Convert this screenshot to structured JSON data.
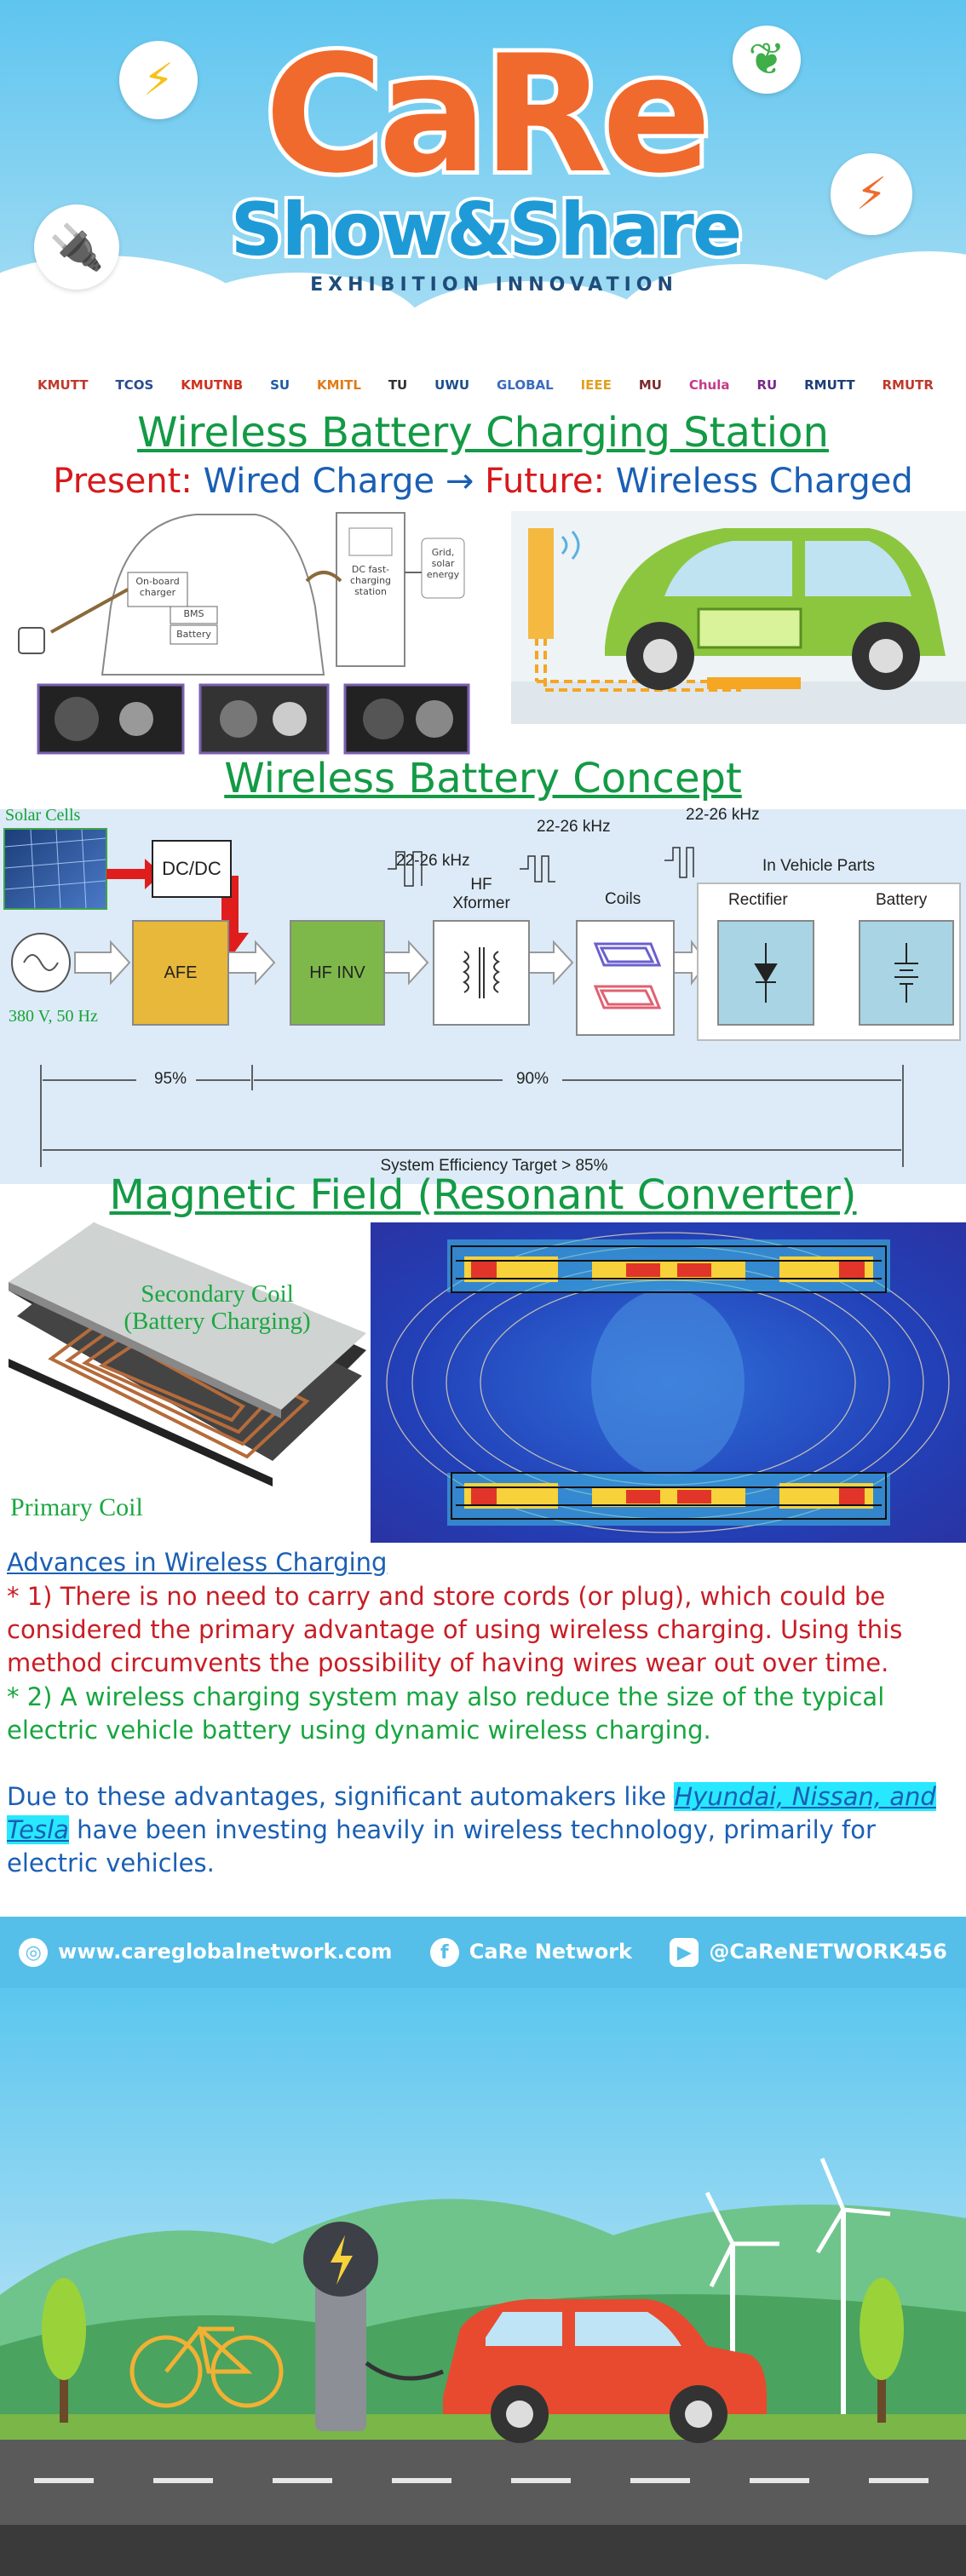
{
  "header": {
    "logo_main": "CaRe",
    "logo_show": "Show&Share",
    "logo_sub": "EXHIBITION          INNOVATION",
    "icons": [
      "lightning-icon",
      "leaf-icon",
      "plug-icon",
      "lightning-icon"
    ]
  },
  "sponsors": [
    "KMUTT",
    "TCOS",
    "KMUTNB",
    "SU",
    "KMITL",
    "TU",
    "UWU",
    "GLOBAL",
    "IEEE",
    "MU",
    "Chula",
    "RU",
    "RMUTT",
    "RMUTR"
  ],
  "section1": {
    "title": "Wireless Battery Charging Station",
    "subtitle_present_label": "Present:",
    "subtitle_present_value": "Wired Charge",
    "subtitle_arrow": "→",
    "subtitle_future_label": "Future:",
    "subtitle_future_value": "Wireless Charged",
    "wired_labels": {
      "onboard": "On-board charger",
      "bms": "BMS",
      "battery": "Battery",
      "dc_station": "DC fast-charging station",
      "grid": "Grid, solar energy"
    }
  },
  "section2": {
    "title": "Wireless Battery Concept",
    "solar_label": "Solar Cells",
    "dcdc": "DC/DC",
    "afe": "AFE",
    "hfinv": "HF INV",
    "hf_xformer": "HF\nXformer",
    "coils": "Coils",
    "in_vehicle": "In Vehicle Parts",
    "rectifier": "Rectifier",
    "battery": "Battery",
    "freq1": "22-26 kHz",
    "freq2": "22-26 kHz",
    "freq3": "22-26 kHz",
    "source": "380 V, 50 Hz",
    "eff1": "95%",
    "eff2": "90%",
    "target": "System Efficiency Target > 85%"
  },
  "section3": {
    "title": "Magnetic Field (Resonant Converter)",
    "secondary": "Secondary Coil\n(Battery Charging)",
    "primary": "Primary Coil"
  },
  "advances": {
    "heading": "Advances in Wireless Charging",
    "p1": "* 1) There is no need to carry and store cords (or plug), which could be considered the primary advantage of using wireless charging. Using this method circumvents the possibility of having wires wear out over time.",
    "p2": "* 2) A wireless charging system may also reduce the size of the typical electric vehicle battery using dynamic wireless charging.",
    "p3_before": "Due to these advantages, significant automakers like ",
    "p3_highlight": "Hyundai, Nissan, and Tesla",
    "p3_after": " have been investing heavily in wireless technology, primarily for electric vehicles."
  },
  "footer": {
    "website": "www.careglobalnetwork.com",
    "facebook": "CaRe Network",
    "youtube": "@CaReNETWORK456"
  },
  "colors": {
    "title_green": "#139a45",
    "red": "#d7191c",
    "blue": "#1a5fb4",
    "green_text": "#17a63f",
    "highlight": "#27e8ff",
    "header_sky": "#5ec5ef",
    "brand_orange": "#f06a2d"
  }
}
